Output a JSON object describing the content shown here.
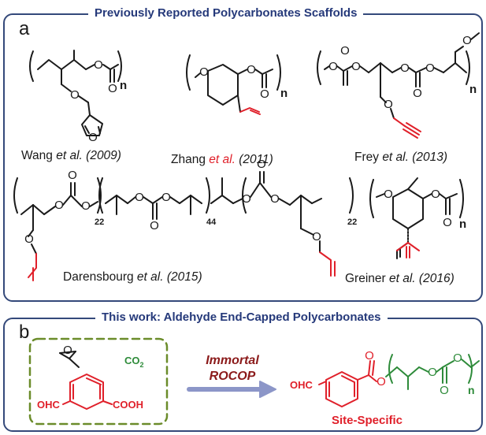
{
  "panel_a": {
    "title": "Previously Reported Polycarbonates Scaffolds",
    "letter": "a",
    "citations": [
      {
        "author": "Wang ",
        "etal": "et al.",
        "year": "(2009)"
      },
      {
        "author": "Zhang ",
        "etal": "et al.",
        "year": "(2011)"
      },
      {
        "author": "Frey ",
        "etal": "et al.",
        "year": "(2013)"
      },
      {
        "author": "Darensbourg ",
        "etal": "et al.",
        "year": "(2015)"
      },
      {
        "author": "Greiner ",
        "etal": "et al.",
        "year": "(2016)"
      }
    ],
    "subscripts": {
      "n": "n",
      "d1": "22",
      "d2": "44",
      "d3": "22"
    }
  },
  "panel_b": {
    "title": "This work: Aldehyde End-Capped Polycarbonates",
    "letter": "b",
    "co2": "CO",
    "co2_sub": "2",
    "ohc": "OHC",
    "cooh": "COOH",
    "arrow_label_1": "Immortal",
    "arrow_label_2": "ROCOP",
    "product_ohc": "OHC",
    "site_specific": "Site-Specific",
    "n": "n"
  },
  "atoms": {
    "O": "O"
  },
  "colors": {
    "frame": "#34497a",
    "title": "#25397a",
    "red": "#e0202a",
    "green": "#2e8b3a",
    "dark_red": "#8b1a1a",
    "dashed_box": "#6b8c2a",
    "arrow": "#8c96c8"
  }
}
